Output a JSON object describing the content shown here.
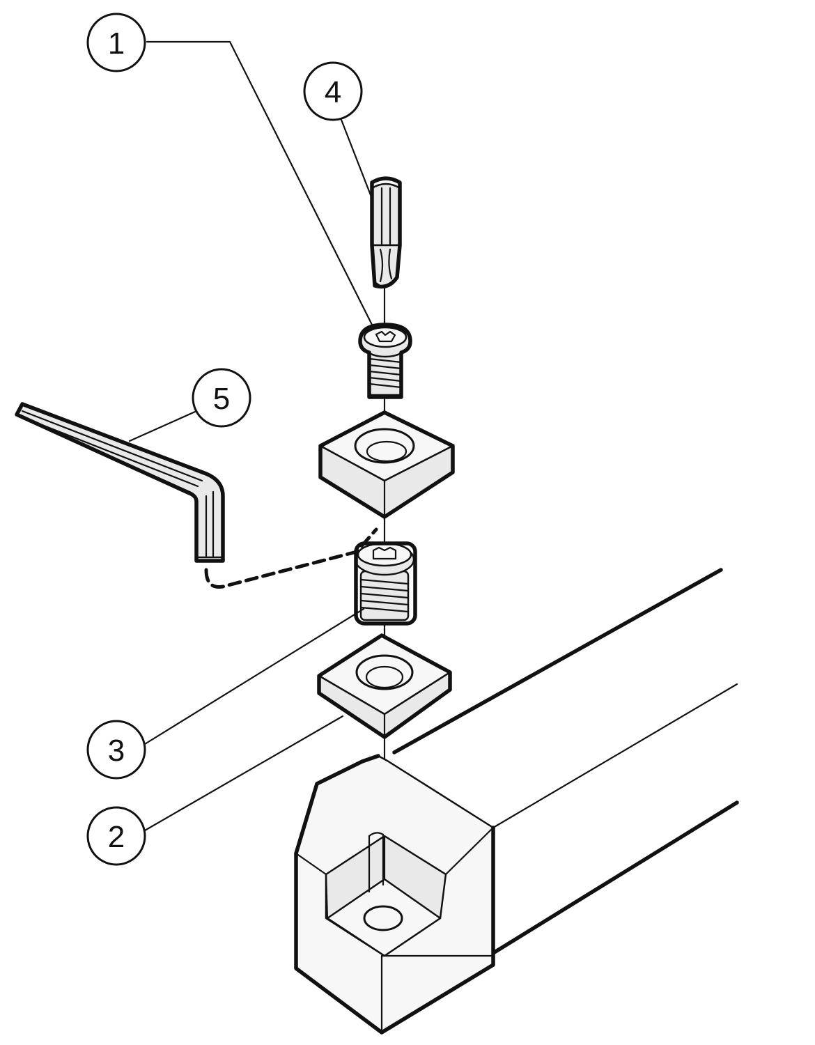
{
  "callouts": [
    {
      "id": "1",
      "label": "1"
    },
    {
      "id": "2",
      "label": "2"
    },
    {
      "id": "3",
      "label": "3"
    },
    {
      "id": "4",
      "label": "4"
    },
    {
      "id": "5",
      "label": "5"
    }
  ],
  "colors": {
    "line": "#111111",
    "fill": "#e9e9e9",
    "background": "#ffffff"
  }
}
